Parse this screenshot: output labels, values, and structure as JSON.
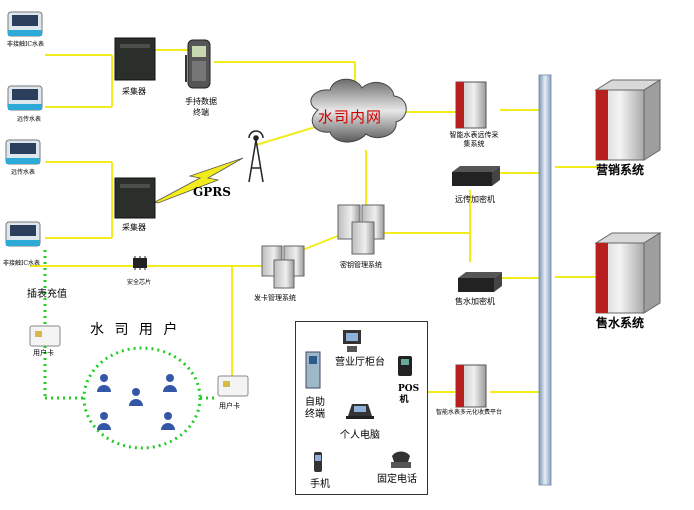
{
  "labels": {
    "meter1": "非接触IC水表",
    "meter2": "远传水表",
    "meter3": "远传水表",
    "meter4": "非接触IC水表",
    "collector1": "采集器",
    "collector2": "采集器",
    "handheld": "手持数据终端",
    "cloud": "水司内网",
    "gprs": "GPRS",
    "security_chip": "安全芯片",
    "insert_meter_recharge": "插表充值",
    "user_card_left": "用户卡",
    "user_card_mid": "用户卡",
    "customers": "水 司 用 户",
    "card_issuing_system": "发卡管理系统",
    "key_management_system": "密钥管理系统",
    "smart_meter_remote": "智能水表远传采集系统",
    "remote_encryptor": "远传加密机",
    "sale_encryptor": "售水加密机",
    "multi_channel_platform": "智能水表多元化收费平台",
    "marketing_system": "营销系统",
    "sales_system": "售水系统",
    "business_counter": "营业厅柜台",
    "pos": "POS机",
    "self_service": "自助终端",
    "pc": "个人电脑",
    "mobile": "手机",
    "landline": "固定电话"
  },
  "colors": {
    "link": "#f2ec1c",
    "green_link": "#22cc22",
    "cloud_text": "#cc0000",
    "server_red": "#b81f1f",
    "bus": "#a9bfd6"
  }
}
